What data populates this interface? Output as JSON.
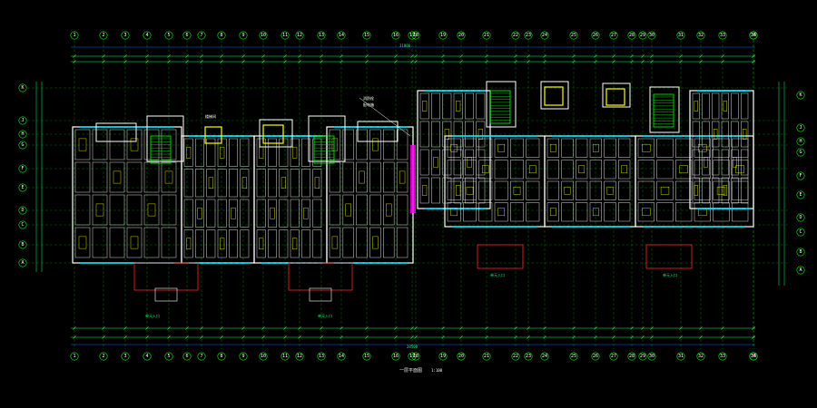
{
  "drawing": {
    "title": "一层平面图",
    "scale": "1:100",
    "background": "#000000",
    "colors": {
      "axis": "#00ff00",
      "wall": "#ffffff",
      "window": "#00e5ff",
      "dimension": "#00ff66",
      "interior": "#ffff00",
      "hatch": "#ff2222",
      "accent": "#ff00ff",
      "frame": "#0066ff"
    }
  },
  "axes": {
    "top_left": [
      "1",
      "2",
      "3",
      "4",
      "5",
      "6",
      "7",
      "8",
      "9",
      "10",
      "11",
      "12",
      "13",
      "14",
      "15",
      "16",
      "17"
    ],
    "top_right": [
      "18",
      "19",
      "20",
      "21",
      "22",
      "23",
      "24",
      "25",
      "26",
      "27",
      "28",
      "29",
      "30",
      "31",
      "32",
      "33",
      "34",
      "35"
    ],
    "left": [
      "K",
      "J",
      "H",
      "G",
      "F",
      "E",
      "D",
      "C",
      "B",
      "A"
    ],
    "right": [
      "K",
      "J",
      "H",
      "G",
      "F",
      "E",
      "D",
      "C",
      "B",
      "A"
    ]
  },
  "notes": {
    "stair_tag": "楼梯间",
    "callout_1": "消防栓",
    "callout_2": "配电箱",
    "dim_total_left": "31800",
    "dim_total_right": "28500",
    "entry_a": "单元入口",
    "entry_b": "单元入口",
    "entry_c": "单元入口",
    "entry_d": "单元入口"
  }
}
